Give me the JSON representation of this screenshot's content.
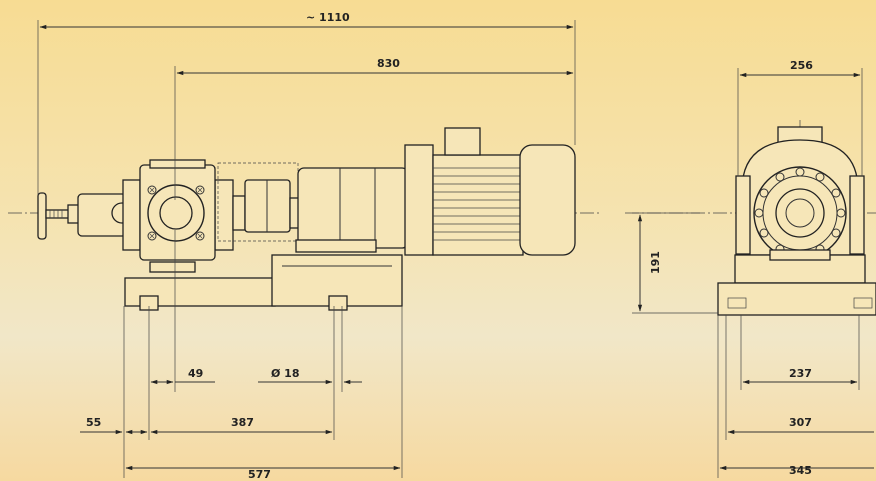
{
  "dimensions": {
    "overall_length": "~ 1110",
    "motor_to_pump": "830",
    "side_width": "256",
    "shaft_height": "191",
    "foot_offset": "49",
    "hole_diameter": "Ø 18",
    "end_offset": "55",
    "hole_spacing": "387",
    "base_length": "577",
    "foot_width": "237",
    "hole_span_width": "307",
    "base_width": "345"
  },
  "colors": {
    "line": "#222222",
    "background_top": "#f7dc93",
    "background_bottom": "#f6d9a0"
  }
}
